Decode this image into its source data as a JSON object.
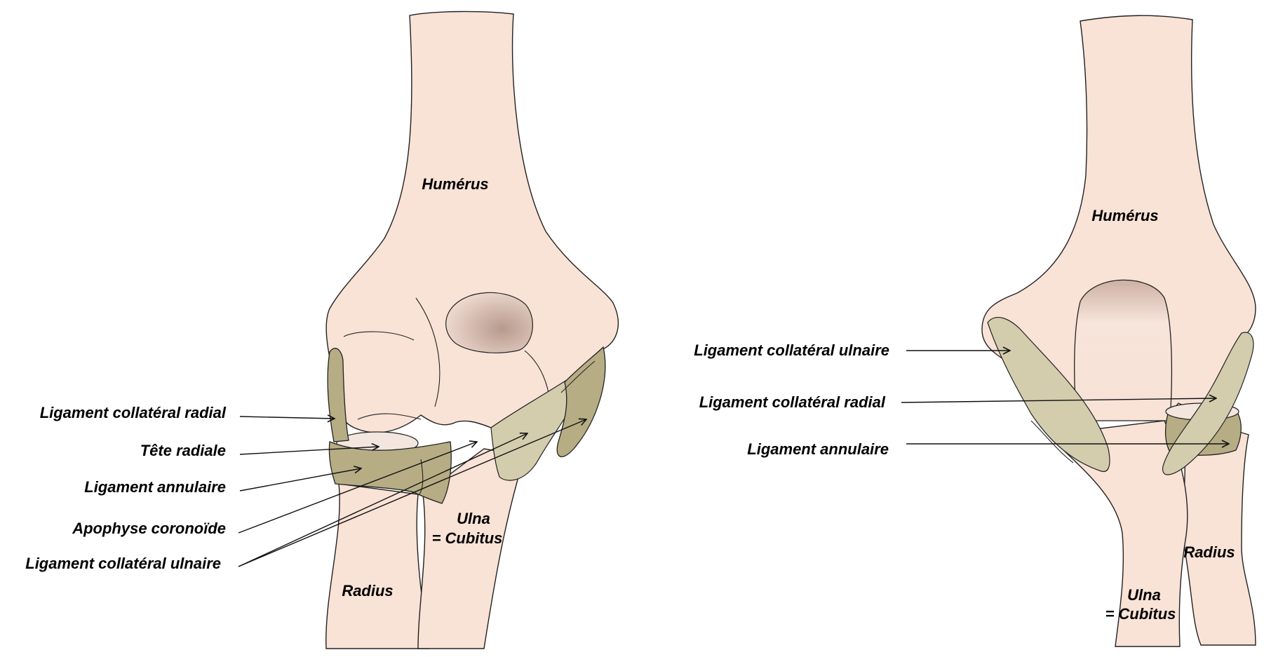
{
  "left_view": {
    "labels": {
      "humerus": "Humérus",
      "ulna_line1": "Ulna",
      "ulna_line2": "= Cubitus",
      "radius": "Radius",
      "lcr": "Ligament collatéral radial",
      "tete": "Tête radiale",
      "annulaire": "Ligament annulaire",
      "coronoide": "Apophyse coronoïde",
      "lcu": "Ligament collatéral ulnaire"
    }
  },
  "right_view": {
    "labels": {
      "humerus": "Humérus",
      "ulna_line1": "Ulna",
      "ulna_line2": "= Cubitus",
      "radius": "Radius",
      "lcu": "Ligament collatéral ulnaire",
      "lcr": "Ligament collatéral radial",
      "annulaire": "Ligament annulaire"
    }
  },
  "colors": {
    "bone": "#f9e2d6",
    "ligament": "#b6ad84",
    "outline": "#222222"
  }
}
